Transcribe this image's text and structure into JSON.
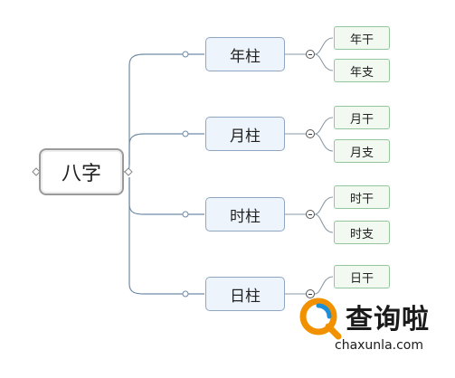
{
  "root": {
    "label": "八字"
  },
  "branches": [
    {
      "label": "年柱",
      "children": [
        "年干",
        "年支"
      ]
    },
    {
      "label": "月柱",
      "children": [
        "月干",
        "月支"
      ]
    },
    {
      "label": "时柱",
      "children": [
        "时干",
        "时支"
      ]
    },
    {
      "label": "日柱",
      "children": [
        "日干"
      ]
    }
  ],
  "watermark": {
    "title": "查询啦",
    "url": "chaxunla.com"
  },
  "colors": {
    "branch_fill": "#eef4fb",
    "branch_border": "#8fa6c2",
    "leaf_fill": "#f1f9f1",
    "leaf_border": "#96c49b",
    "connector": "#6f8aa8",
    "watermark_orange": "#f29100",
    "watermark_blue": "#1d8fd8"
  }
}
